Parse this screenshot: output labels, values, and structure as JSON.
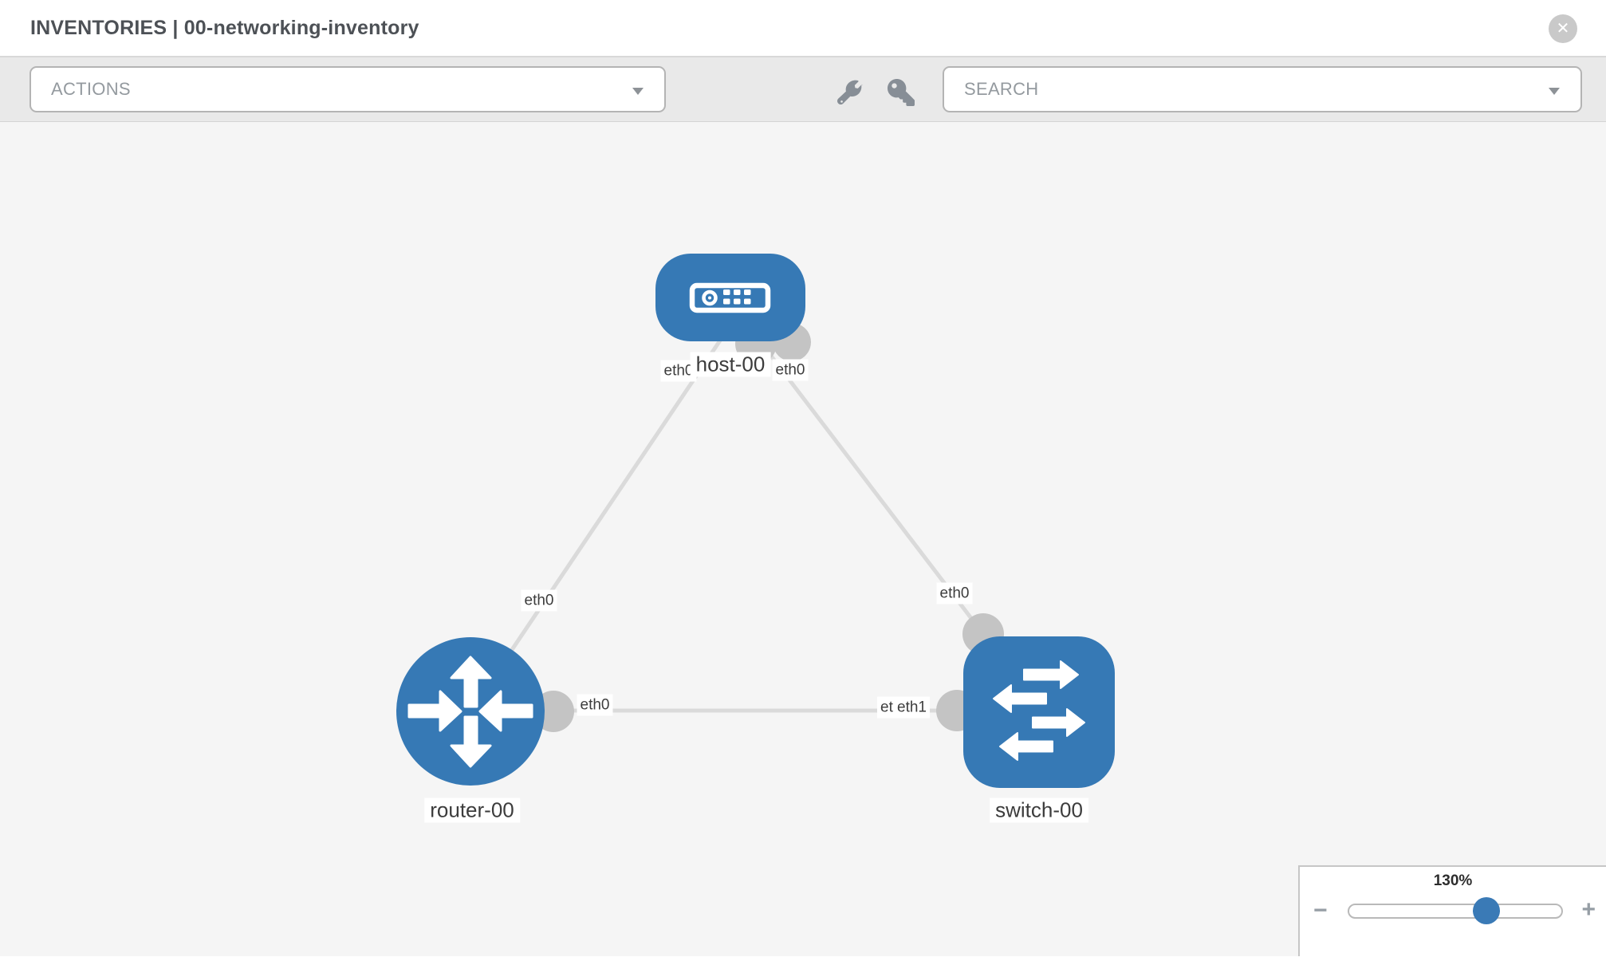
{
  "header": {
    "title": "INVENTORIES | 00-networking-inventory",
    "close_glyph": "✕"
  },
  "toolbar": {
    "actions": {
      "label": "ACTIONS"
    },
    "search": {
      "label": "SEARCH"
    },
    "tools": [
      {
        "icon": "wrench-icon"
      },
      {
        "icon": "key-icon"
      }
    ]
  },
  "topology": {
    "nodes": [
      {
        "id": "host-00",
        "type": "host",
        "label": "host-00"
      },
      {
        "id": "router-00",
        "type": "router",
        "label": "router-00"
      },
      {
        "id": "switch-00",
        "type": "switch",
        "label": "switch-00"
      }
    ],
    "links": [
      {
        "from": "host-00",
        "from_interface": "eth0",
        "to": "router-00",
        "to_interface": "eth0"
      },
      {
        "from": "host-00",
        "from_interface": "eth0",
        "to": "switch-00",
        "to_interface": "eth0"
      },
      {
        "from": "router-00",
        "from_interface": "eth0",
        "to": "switch-00",
        "to_interface": "eth1"
      }
    ],
    "interface_labels": [
      {
        "text": "eth0"
      },
      {
        "text": "eth0"
      },
      {
        "text": "eth0"
      },
      {
        "text": "eth0"
      },
      {
        "text": "eth0"
      },
      {
        "text": "eth1"
      },
      {
        "text": "eth1"
      }
    ]
  },
  "zoom_control": {
    "level": "130%",
    "minus_label": "−",
    "plus_label": "+"
  },
  "colors": {
    "node_blue": "#3679b5",
    "link_gray": "#dadada",
    "interface_gray": "#c4c4c4",
    "canvas_bg": "#f5f5f5",
    "slider_thumb": "#3a7ab6"
  }
}
